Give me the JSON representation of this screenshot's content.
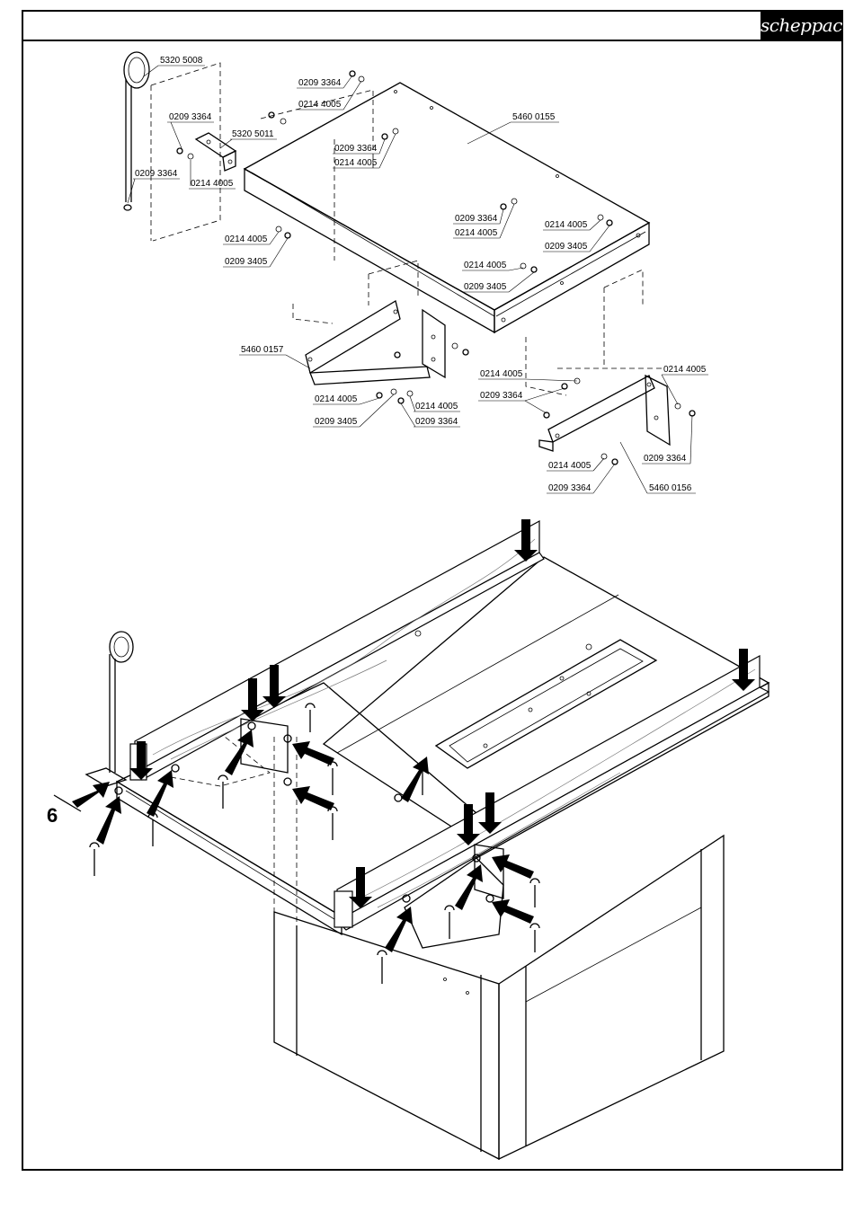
{
  "header": {
    "brand": "scheppach"
  },
  "exploded_view": {
    "parts": [
      {
        "id": "p1",
        "label": "5320 5008"
      },
      {
        "id": "p2",
        "label": "0209 3364"
      },
      {
        "id": "p3",
        "label": "0214 4005"
      },
      {
        "id": "p4",
        "label": "0209 3364"
      },
      {
        "id": "p5",
        "label": "5320 5011"
      },
      {
        "id": "p6",
        "label": "5460 0155"
      },
      {
        "id": "p7",
        "label": "0209 3364"
      },
      {
        "id": "p8",
        "label": "0214 4005"
      },
      {
        "id": "p9",
        "label": "0209 3364"
      },
      {
        "id": "p10",
        "label": "0214 4005"
      },
      {
        "id": "p11",
        "label": "0214 4005"
      },
      {
        "id": "p12",
        "label": "0209 3364"
      },
      {
        "id": "p13",
        "label": "0214 4005"
      },
      {
        "id": "p14",
        "label": "0209 3405"
      },
      {
        "id": "p15",
        "label": "0214 4005"
      },
      {
        "id": "p16",
        "label": "0209 3405"
      },
      {
        "id": "p17",
        "label": "0214 4005"
      },
      {
        "id": "p18",
        "label": "0209 3405"
      },
      {
        "id": "p19",
        "label": "5460 0157"
      },
      {
        "id": "p20",
        "label": "0214 4005"
      },
      {
        "id": "p21",
        "label": "0209 3405"
      },
      {
        "id": "p22",
        "label": "0214 4005"
      },
      {
        "id": "p23",
        "label": "0209 3364"
      },
      {
        "id": "p24",
        "label": "0214 4005"
      },
      {
        "id": "p25",
        "label": "0209 3364"
      },
      {
        "id": "p26",
        "label": "0214 4005"
      },
      {
        "id": "p27",
        "label": "0209 3364"
      },
      {
        "id": "p28",
        "label": "0214 4005"
      },
      {
        "id": "p29",
        "label": "0209 3364"
      },
      {
        "id": "p30",
        "label": "5460 0156"
      }
    ]
  },
  "assembly_view": {
    "tool_label": "6"
  }
}
